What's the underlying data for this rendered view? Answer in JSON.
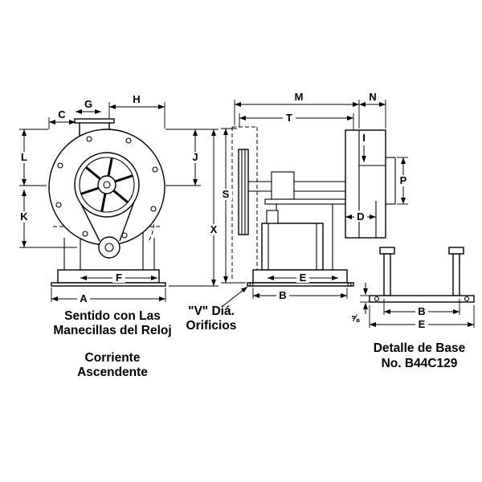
{
  "figure": {
    "background_color": "#ffffff",
    "line_color": "#000000"
  },
  "front_view": {
    "dim_labels": {
      "C": "C",
      "G": "G",
      "H": "H",
      "L": "L",
      "K": "K",
      "J": "J",
      "X": "X",
      "F": "F",
      "A": "A"
    },
    "caption": {
      "line1": "Sentido con Las",
      "line2": "Manecillas del Reloj",
      "line3": "Corriente",
      "line4": "Ascendente"
    }
  },
  "side_view": {
    "dim_labels": {
      "M": "M",
      "N": "N",
      "T": "T",
      "I": "I",
      "S": "S",
      "P": "P",
      "D": "D",
      "E": "E",
      "B": "B"
    },
    "holes_note": {
      "line1": "\"V\" Diá.",
      "line2": "Orificios"
    }
  },
  "base_detail": {
    "dim_labels": {
      "B": "B",
      "E": "E",
      "thickness": "⅝"
    },
    "caption": {
      "line1": "Detalle de Base",
      "line2": "No. B44C129"
    }
  }
}
